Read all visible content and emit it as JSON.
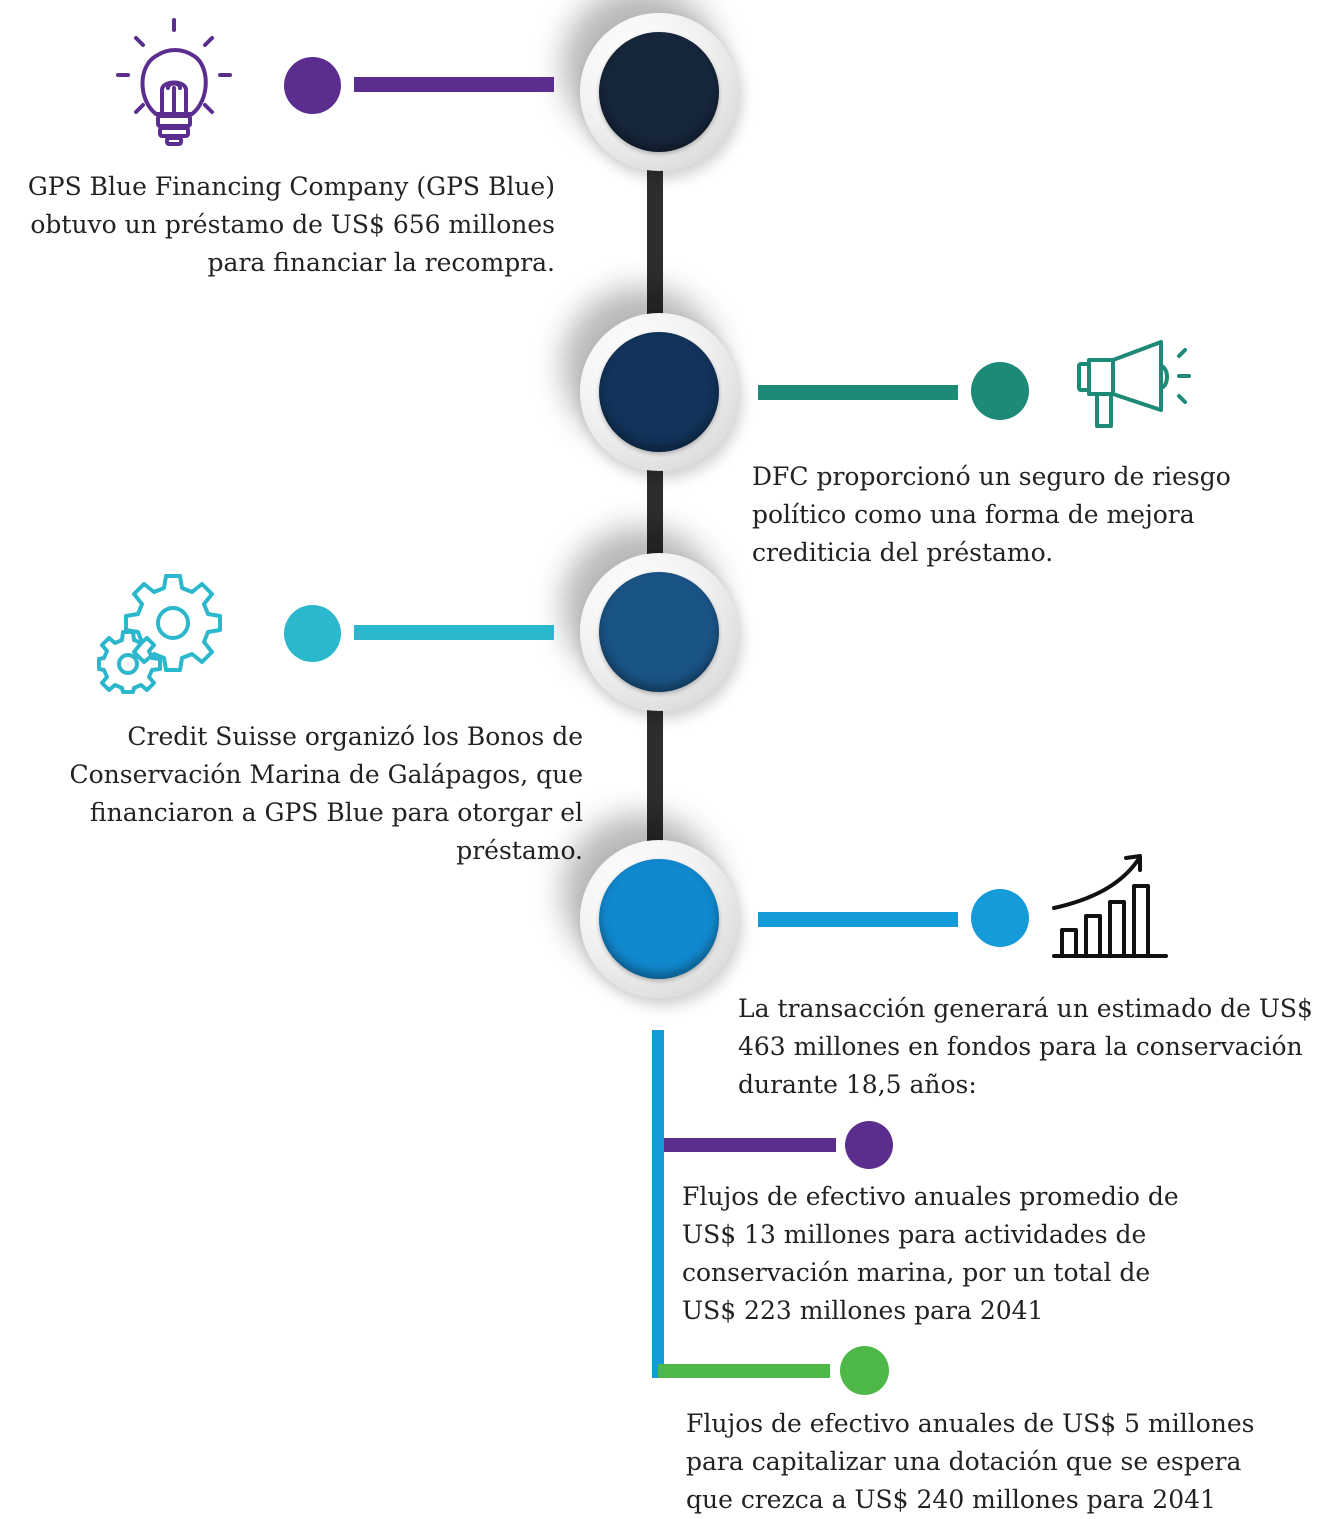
{
  "steps": [
    {
      "text": "GPS Blue Financing Company (GPS Blue) obtuvo un préstamo de US$ 656 millones para financiar la recompra.",
      "icon": "lightbulb-icon",
      "color": "#5b2d8e",
      "node_color": "#16263b"
    },
    {
      "text": "DFC proporcionó un seguro de riesgo político como una forma de mejora crediticia del préstamo.",
      "icon": "megaphone-icon",
      "color": "#1d8a77",
      "node_color": "#12335a"
    },
    {
      "text": "Credit Suisse organizó los Bonos de Conservación Marina de Galápagos, que financiaron a GPS Blue para otorgar el préstamo.",
      "icon": "gears-icon",
      "color": "#2bb7cc",
      "node_color": "#1a5486"
    },
    {
      "text": "La transacción generará un estimado de US$ 463 millones en fondos para la conservación durante 18,5 años:",
      "icon": "growth-chart-icon",
      "color": "#159bd8",
      "node_color": "#1189cf"
    }
  ],
  "sub_items": [
    {
      "text": "Flujos de efectivo anuales promedio de US$ 13 millones para actividades de conservación marina, por un total de US$ 223 millones para 2041",
      "color": "#5b2d8e"
    },
    {
      "text": "Flujos de efectivo anuales de US$ 5 millones para capitalizar una dotación que se espera que crezca a US$ 240 millones para 2041",
      "color": "#4db848"
    }
  ],
  "colors": {
    "spine": "#2d2d2d",
    "sub_spine": "#159bd8"
  }
}
